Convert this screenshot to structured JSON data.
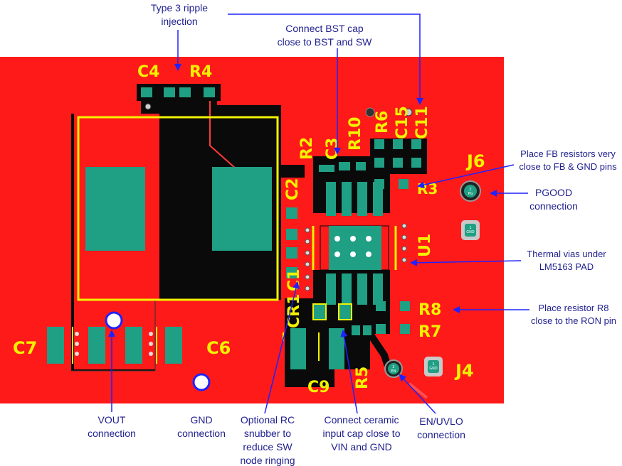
{
  "board": {
    "colors": {
      "copper": "#ff1a1a",
      "dark_copper": "#0a0a0a",
      "pad": "#1f9f84",
      "silk": "#f2f200",
      "arrow": "#1f22ff",
      "callout_text": "#1f1f8f"
    },
    "designators": {
      "c4": "C4",
      "r4": "R4",
      "r2": "R2",
      "c3": "C3",
      "r10": "R10",
      "r6": "R6",
      "c15": "C15",
      "c11": "C11",
      "c2": "C2",
      "j6": "J6",
      "r3": "R3",
      "u1": "U1",
      "cr1": "CR1",
      "c1": "C1",
      "r8": "R8",
      "r7": "R7",
      "c7": "C7",
      "c6": "C6",
      "c9": "C9",
      "r5": "R5",
      "j4": "J4"
    },
    "pin_labels": {
      "j6_pin2": "2",
      "j6_pin2_name": "PG",
      "j6_pin1": "1",
      "j6_pin1_name": "GND",
      "j4_pin2": "2",
      "j4_pin2_name": "EN",
      "j4_pin1": "1",
      "j4_pin1_name": "GND"
    }
  },
  "callouts": {
    "ripple": [
      "Type 3 ripple",
      "injection"
    ],
    "bst": [
      "Connect BST cap",
      "close to BST and SW"
    ],
    "fb": [
      "Place FB resistors very",
      "close to FB & GND pins"
    ],
    "pgood": [
      "PGOOD",
      "connection"
    ],
    "thermal": [
      "Thermal vias under",
      "LM5163 PAD"
    ],
    "ron": [
      "Place resistor  R8",
      "close to the RON pin"
    ],
    "vout": [
      "VOUT",
      "connection"
    ],
    "gnd": [
      "GND",
      "connection"
    ],
    "snubber": [
      "Optional RC",
      "snubber to",
      "reduce SW",
      "node ringing"
    ],
    "input_cap": [
      "Connect ceramic",
      "input cap close to",
      "VIN and GND"
    ],
    "enuvlo": [
      "EN/UVLO",
      "connection"
    ]
  }
}
